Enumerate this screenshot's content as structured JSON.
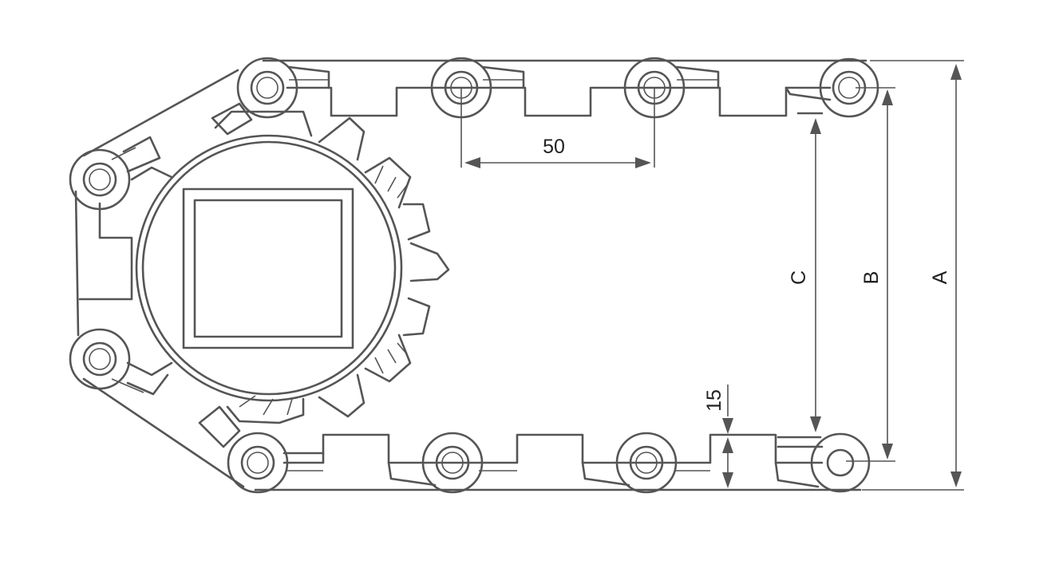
{
  "dimensions": {
    "pitch": "50",
    "height_a": "A",
    "height_b": "B",
    "height_c": "C",
    "thickness": "15"
  },
  "colors": {
    "line": "#555555",
    "text": "#222222",
    "background": "#ffffff"
  }
}
